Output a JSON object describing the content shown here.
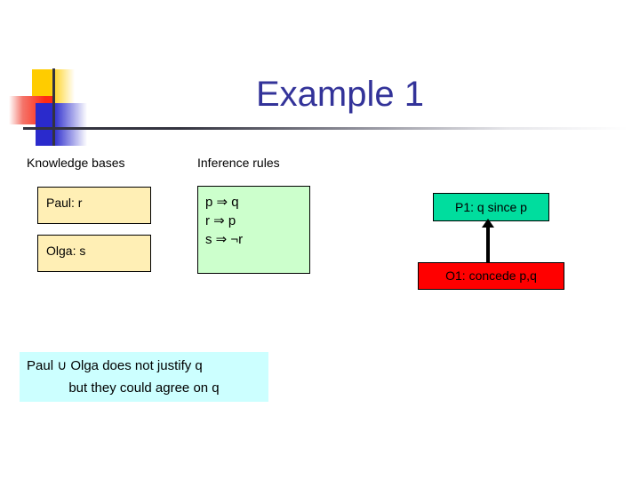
{
  "slide": {
    "title": "Example 1",
    "title_color": "#333399",
    "background": "#ffffff"
  },
  "logo": {
    "yellow_color": "#FFCC00",
    "red_color": "#FF2A14",
    "blue_color": "#2A2ACC",
    "rule_color": "#33333F"
  },
  "columns": {
    "knowledge_bases_header": "Knowledge bases",
    "inference_rules_header": "Inference rules"
  },
  "knowledge_bases": {
    "fill_color": "#FFEFB5",
    "items": [
      {
        "label": "Paul: r"
      },
      {
        "label": "Olga: s"
      }
    ]
  },
  "inference_rules": {
    "fill_color": "#CCFFCC",
    "rules": [
      "p ⇒ q",
      "r ⇒ p",
      "s ⇒ ¬r"
    ]
  },
  "dialogue": {
    "proponent": {
      "label": "P1: q since p",
      "fill_color": "#00DD9E"
    },
    "opponent": {
      "label": "O1: concede p,q",
      "fill_color": "#FF0000"
    },
    "arrow": {
      "name": "attack-arrow",
      "color": "#000000",
      "direction": "up"
    }
  },
  "conclusion": {
    "fill_color": "#CCFFFF",
    "line1": "Paul ∪ Olga does not justify q",
    "line2": "but they could agree on q"
  }
}
